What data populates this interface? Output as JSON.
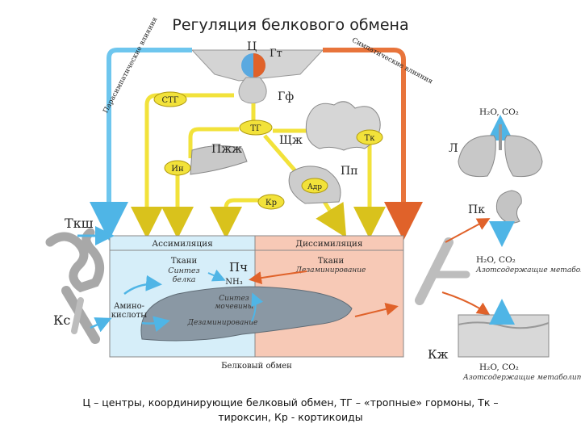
{
  "title": "Регуляция белкового обмена",
  "caption_line1": "Ц – центры, координирующие белковый обмен, ТГ – «тропные» гормоны, Тк –",
  "caption_line2": "тироксин, Кр - кортикоиды",
  "colors": {
    "parasympathetic": "#6ec6ee",
    "sympathetic": "#e8743b",
    "hormone": "#f2e23a",
    "assimilation_bg": "#d6eef9",
    "dissimilation_bg": "#f7c9b6"
  },
  "labels": {
    "center": "Ц",
    "hypothalamus": "Гт",
    "pituitary": "Гф",
    "stg": "СТГ",
    "tg": "ТГ",
    "pancreas": "Пжж",
    "islet": "Ин",
    "thyroid": "Щж",
    "thyroxine": "Тк",
    "adrenal": "Пп",
    "adrenaline": "Адр",
    "corticoids": "Кр",
    "parasympathetic": "Парасимпатические влияния",
    "sympathetic": "Симпатические влияния",
    "lungs": "Л",
    "lung_products": "H₂O, CO₂",
    "kidney": "Пк",
    "kidney_products": "H₂O, CO₂",
    "kidney_nitrogen": "Азотсодержащие метаболиты",
    "skin": "Кж",
    "skin_products": "H₂O, CO₂",
    "skin_nitrogen": "Азотсодержащие метаболиты",
    "intestine": "Ткш",
    "vessel": "Кс",
    "assimilation": "Ассимиляция",
    "dissimilation": "Диссимиляция",
    "tissues_left": "Ткани",
    "synthesis_line1": "Синтез",
    "synthesis_line2": "белка",
    "tissues_right": "Ткани",
    "deamination_right": "Дезаминирование",
    "liver": "Пч",
    "nh3": "NH₃",
    "urea_line1": "Синтез",
    "urea_line2": "мочевины",
    "deamination_liver": "Дезаминирование",
    "amino_line1": "Амино-",
    "amino_line2": "кислоты",
    "protein_exchange": "Белковый обмен"
  }
}
